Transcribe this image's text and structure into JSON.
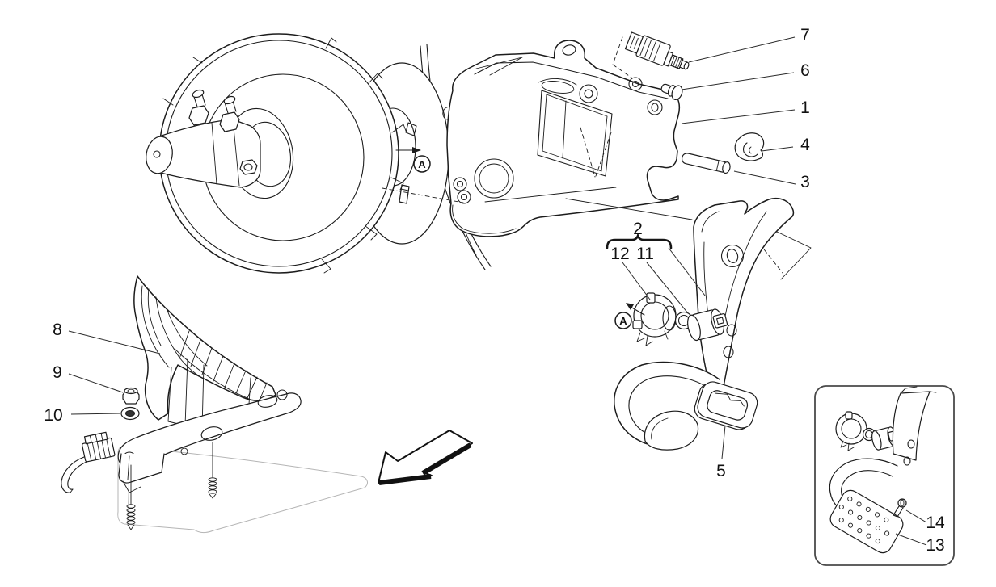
{
  "figure": {
    "type": "exploded-parts-diagram",
    "subject_hint": "pedal board and brake servo assembly line drawing",
    "background_color": "#ffffff",
    "line_color": "#1c1c1c",
    "ghost_line_color": "#b5b5b5",
    "label_color": "#111111"
  },
  "icons": {
    "direction_arrow": "arrow-down-left"
  },
  "parts": {
    "p1": "1",
    "p2": "2",
    "p3": "3",
    "p4": "4",
    "p5": "5",
    "p6": "6",
    "p7": "7",
    "p8": "8",
    "p9": "9",
    "p10": "10",
    "p11": "11",
    "p12": "12",
    "p13": "13",
    "p14": "14"
  },
  "view_markers": {
    "marker1": "A",
    "marker2": "A"
  }
}
